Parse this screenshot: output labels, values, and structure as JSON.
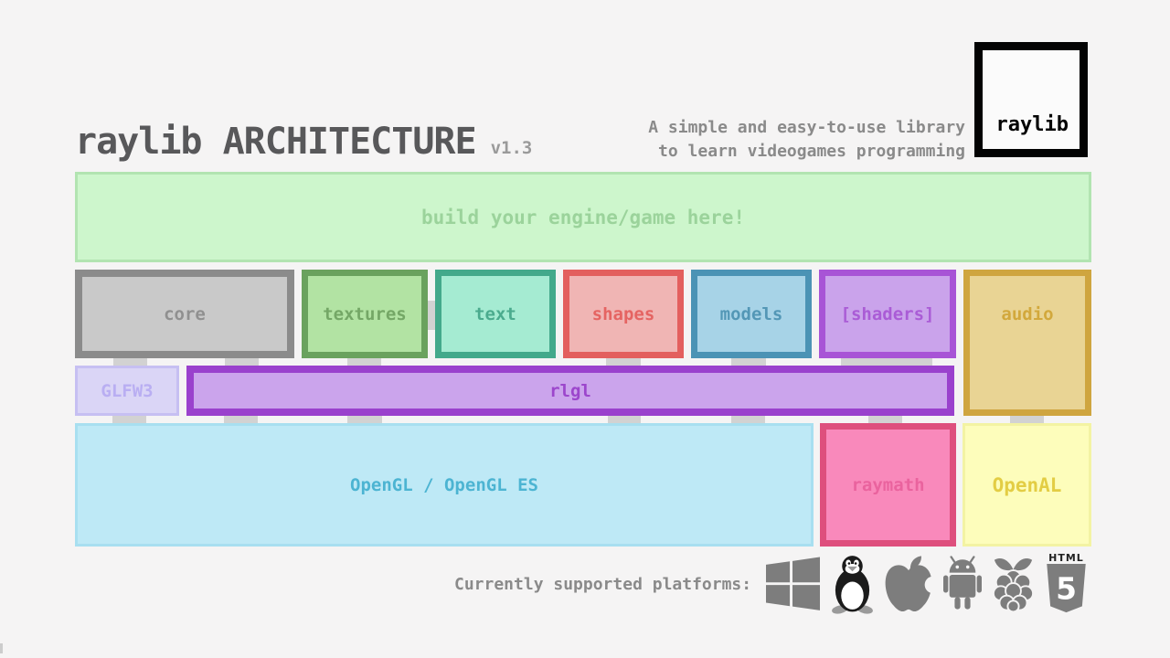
{
  "header": {
    "title": "raylib ARCHITECTURE",
    "version": "v1.3",
    "tagline_line1": "A simple and easy-to-use library",
    "tagline_line2": "to learn videogames programming",
    "logo_text": "raylib",
    "title_color": "#58585a",
    "tagline_color": "#8a8a8a"
  },
  "banner": {
    "label": "build your engine/game here!",
    "fill": "#cdf6cc",
    "border": "#b2e4b1",
    "text_color": "#9bd39b"
  },
  "modules": {
    "core": {
      "label": "core",
      "fill": "#c9c9c9",
      "border": "#8b8b8b",
      "text_color": "#909090"
    },
    "textures": {
      "label": "textures",
      "fill": "#b2e3a3",
      "border": "#6aa25e",
      "text_color": "#74a766"
    },
    "text": {
      "label": "text",
      "fill": "#a5ebd2",
      "border": "#43a98b",
      "text_color": "#4bab8e"
    },
    "shapes": {
      "label": "shapes",
      "fill": "#f0b5b4",
      "border": "#e35f5e",
      "text_color": "#e56462"
    },
    "models": {
      "label": "models",
      "fill": "#a7d3e7",
      "border": "#4b93b5",
      "text_color": "#5397b6"
    },
    "shaders": {
      "label": "[shaders]",
      "fill": "#caa3eb",
      "border": "#a854d6",
      "text_color": "#aa5cd6"
    },
    "audio": {
      "label": "audio",
      "fill": "#e9d494",
      "border": "#cfa53f",
      "text_color": "#d2a83c"
    },
    "glfw3": {
      "label": "GLFW3",
      "fill": "#dad5f6",
      "border": "#c6bff2",
      "text_color": "#b9aef2"
    },
    "rlgl": {
      "label": "rlgl",
      "fill": "#cba4ec",
      "border": "#9a41cd",
      "text_color": "#9c46cc"
    },
    "opengl": {
      "label": "OpenGL / OpenGL ES",
      "fill": "#bee9f6",
      "border": "#a8dff0",
      "text_color": "#4cb4d2"
    },
    "raymath": {
      "label": "raymath",
      "fill": "#f989bb",
      "border": "#de4f7d",
      "text_color": "#ea639e"
    },
    "openal": {
      "label": "OpenAL",
      "fill": "#fdfdbb",
      "border": "#f3f3a3",
      "text_color": "#e3cd44"
    }
  },
  "platforms": {
    "label": "Currently supported platforms:",
    "icon_color": "#7d7d7d",
    "html5_word": "HTML",
    "html5_number": "5",
    "items": [
      "windows",
      "linux",
      "macos",
      "android",
      "raspberry-pi",
      "html5"
    ]
  }
}
